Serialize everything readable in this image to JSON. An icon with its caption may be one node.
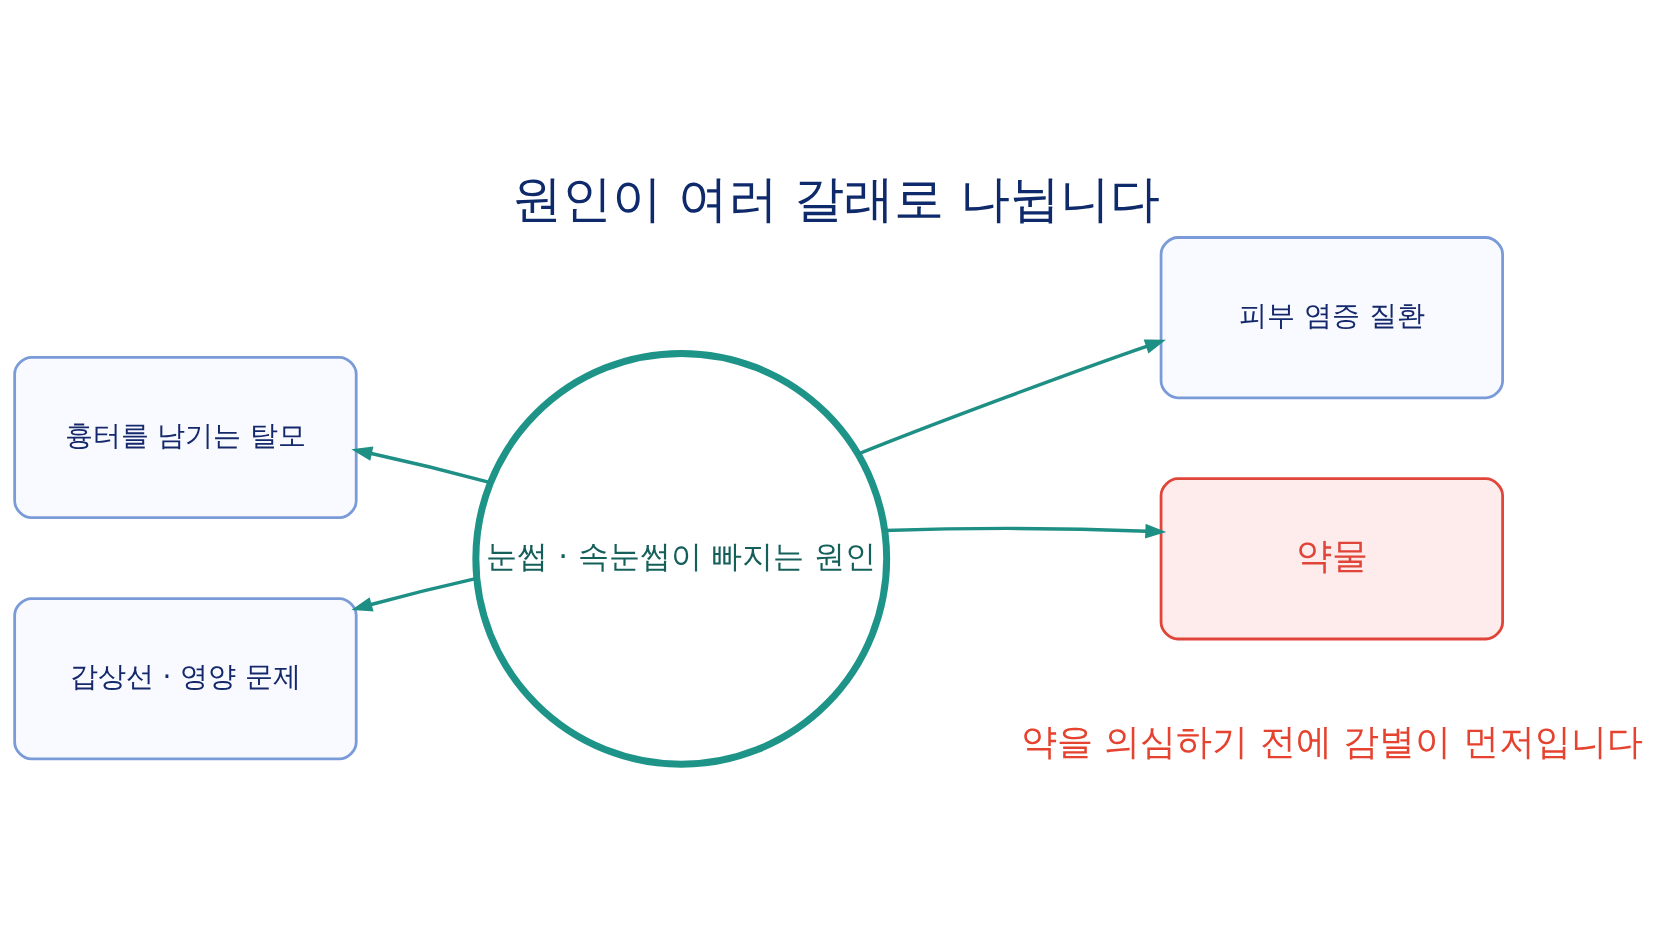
{
  "diagram": {
    "title": "원인이 여러 갈래로 나뉩니다",
    "caption": "약을 의심하기 전에 감별이 먼저입니다",
    "nodes": [
      {
        "text": [
          "눈썹 · 속눈썹이 빠지는 원인"
        ]
      },
      {
        "text": [
          "흉터를 남기는 탈모"
        ]
      },
      {
        "text": [
          "피부 염증 질환"
        ]
      },
      {
        "text": [
          "갑상선 · 영양 문제"
        ]
      },
      {
        "text": [
          "약물"
        ]
      }
    ],
    "edges": [
      {
        "from": 0,
        "to": 1,
        "arrow": "to"
      },
      {
        "from": 0,
        "to": 2,
        "arrow": "to"
      },
      {
        "from": 0,
        "to": 3,
        "arrow": "to"
      },
      {
        "from": 0,
        "to": 4,
        "arrow": "to"
      }
    ]
  }
}
